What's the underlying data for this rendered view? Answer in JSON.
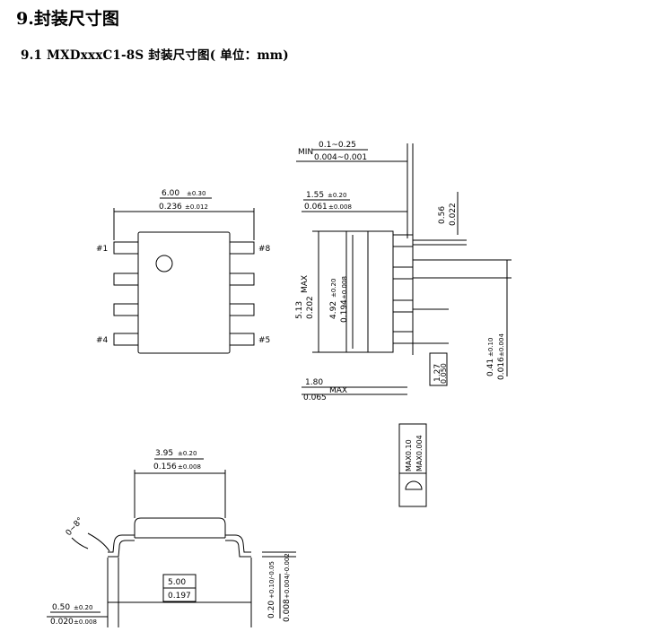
{
  "heading": "9.封装尺寸图",
  "subheading": "9.1    MXDxxxC1-8S    封装尺寸图( 单位：mm)",
  "drawing": {
    "pins": {
      "p1": "#1",
      "p4": "#4",
      "p8": "#8",
      "p5": "#5"
    },
    "width": {
      "mm": "6.00",
      "mm_tol": "±0.30",
      "in": "0.236",
      "in_tol": "±0.012"
    },
    "lead_len": {
      "mm": "1.55",
      "mm_tol": "±0.20",
      "in": "0.061",
      "in_tol": "±0.008"
    },
    "standoff": {
      "prefix": "MIN",
      "mm": "0.1~0.25",
      "in": "0.004~0.001"
    },
    "pitch_small": {
      "mm": "0.56",
      "in": "0.022"
    },
    "overall_len": {
      "mm": "5.13",
      "in": "0.202",
      "suffix": "MAX"
    },
    "body_len": {
      "mm": "4.92",
      "mm_tol": "±0.20",
      "in": "0.194",
      "in_tol": "±0.008"
    },
    "height": {
      "mm": "1.80",
      "in": "0.065",
      "suffix": "MAX"
    },
    "pitch": {
      "mm": "1.27",
      "in": "0.050"
    },
    "lead_w": {
      "mm": "0.41",
      "mm_tol": "±0.10",
      "in": "0.016",
      "in_tol": "±0.004"
    },
    "flatness": {
      "mm": "MAX0.10",
      "in": "MAX0.004"
    },
    "body_w": {
      "mm": "3.95",
      "mm_tol": "±0.20",
      "in": "0.156",
      "in_tol": "±0.008"
    },
    "angle": "0~8°",
    "span": {
      "mm": "5.00",
      "in": "0.197"
    },
    "foot": {
      "mm": "0.50",
      "mm_tol": "±0.20",
      "in": "0.020",
      "in_tol": "±0.008"
    },
    "thick": {
      "mm": "0.20",
      "mm_tol": "+0.10/-0.05",
      "in": "0.008",
      "in_tol": "+0.004/-0.002"
    }
  }
}
